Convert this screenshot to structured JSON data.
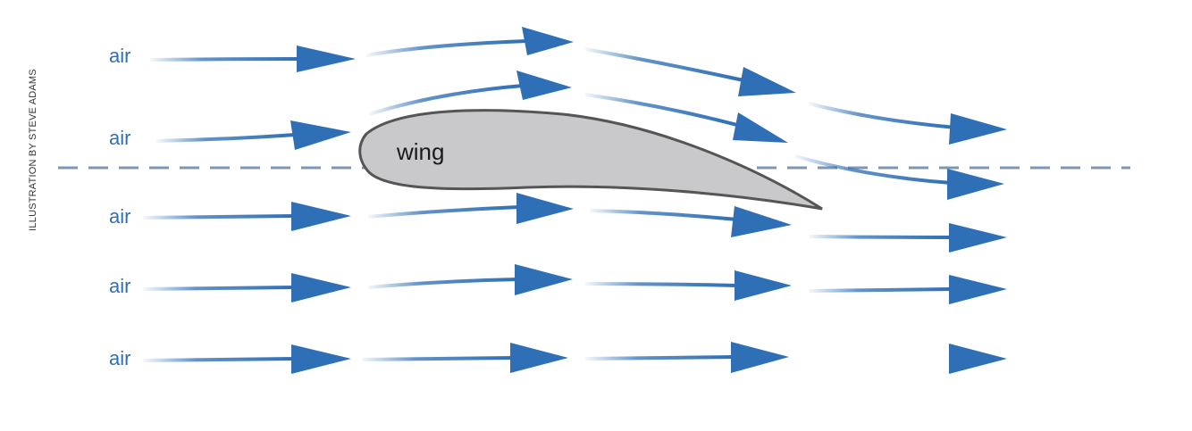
{
  "credit": "ILLUSTRATION BY STEVE ADAMS",
  "labels": {
    "air": [
      "air",
      "air",
      "air",
      "air",
      "air"
    ],
    "wing": "wing"
  },
  "colors": {
    "arrow": "#2f6fb5",
    "wing_fill": "#c9c9cb",
    "wing_stroke": "#555555",
    "centerline": "#7d97b0"
  }
}
